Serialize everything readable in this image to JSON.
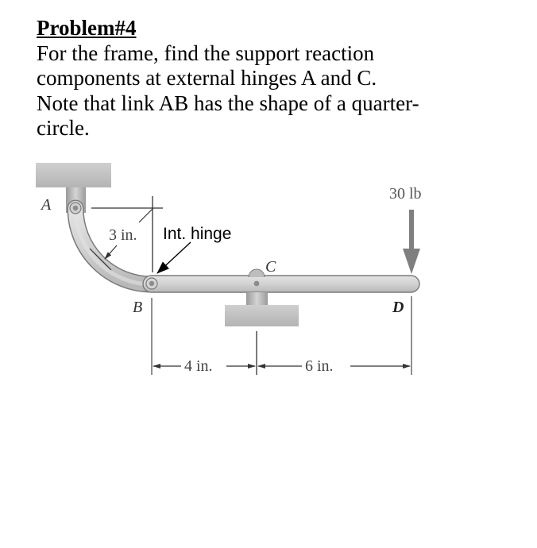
{
  "problem": {
    "title": "Problem#4",
    "lines": [
      "For the frame, find the support reaction",
      "components at external hinges A and C.",
      "Note that link AB has the shape of a quarter-",
      "circle."
    ]
  },
  "diagram": {
    "labels": {
      "A": "A",
      "B": "B",
      "C": "C",
      "D": "D",
      "radius": "3 in.",
      "int_hinge": "Int. hinge",
      "load": "30 lb",
      "dim_bc": "4 in.",
      "dim_cd": "6 in."
    },
    "colors": {
      "member_fill": "#d0d0d0",
      "member_stroke": "#7a7a7a",
      "support_fill": "#c8c8c8",
      "load_arrow": "#7f7f7f",
      "text": "#000000",
      "dim_text": "#555555"
    }
  }
}
